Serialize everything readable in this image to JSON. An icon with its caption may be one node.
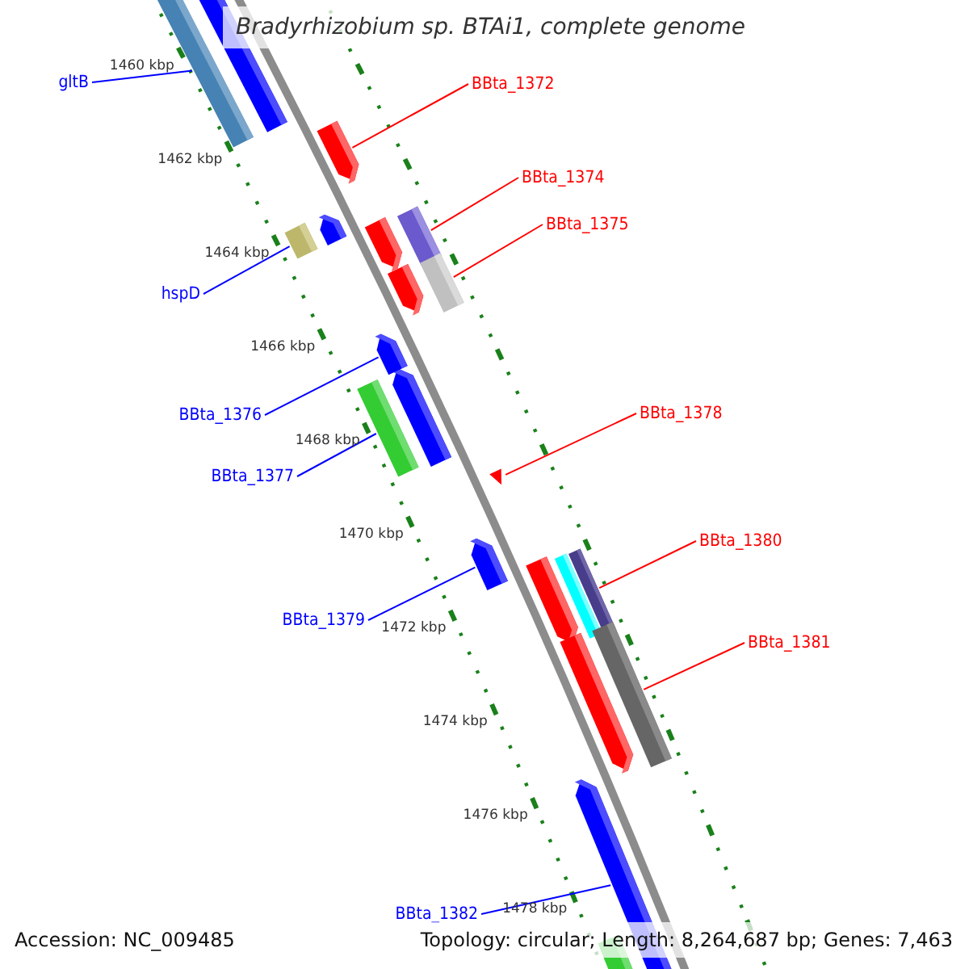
{
  "diagram": {
    "title": "Bradyrhizobium sp. BTAi1, complete genome",
    "nodes": [
      {
        "text": [
          "gltB"
        ]
      },
      {
        "text": [],
        "shape": "box"
      },
      {
        "text": [
          "BBta_1372"
        ]
      },
      {
        "text": [],
        "shape": "arrow"
      },
      {
        "text": [
          "BBta_1374"
        ]
      },
      {
        "text": [],
        "shape": "box"
      },
      {
        "text": [
          "BBta_1375"
        ]
      },
      {
        "text": [],
        "shape": "box"
      },
      {
        "text": [
          "hspD"
        ]
      },
      {
        "text": [],
        "shape": "box"
      },
      {
        "text": [
          "BBta_1376"
        ]
      },
      {
        "text": [],
        "shape": "arrow"
      },
      {
        "text": [
          "BBta_1377"
        ]
      },
      {
        "text": [],
        "shape": "box"
      },
      {
        "text": [
          "BBta_1378"
        ]
      },
      {
        "text": [],
        "shape": "triangle"
      },
      {
        "text": [
          "BBta_1380"
        ]
      },
      {
        "text": [],
        "shape": "box"
      },
      {
        "text": [
          "BBta_1379"
        ]
      },
      {
        "text": [],
        "shape": "arrow"
      },
      {
        "text": [
          "BBta_1381"
        ]
      },
      {
        "text": [],
        "shape": "box"
      },
      {
        "text": [
          "BBta_1382"
        ]
      },
      {
        "text": [],
        "shape": "arrow"
      }
    ],
    "edges": [
      {
        "from": 0,
        "to": 1,
        "arrow": "none",
        "color": "#0000ff"
      },
      {
        "from": 2,
        "to": 3,
        "arrow": "none",
        "color": "#ff0000"
      },
      {
        "from": 4,
        "to": 5,
        "arrow": "none",
        "color": "#ff0000"
      },
      {
        "from": 6,
        "to": 7,
        "arrow": "none",
        "color": "#ff0000"
      },
      {
        "from": 8,
        "to": 9,
        "arrow": "none",
        "color": "#0000ff"
      },
      {
        "from": 10,
        "to": 11,
        "arrow": "none",
        "color": "#0000ff"
      },
      {
        "from": 12,
        "to": 13,
        "arrow": "none",
        "color": "#0000ff"
      },
      {
        "from": 14,
        "to": 15,
        "arrow": "none",
        "color": "#ff0000"
      },
      {
        "from": 16,
        "to": 17,
        "arrow": "none",
        "color": "#ff0000"
      },
      {
        "from": 18,
        "to": 19,
        "arrow": "none",
        "color": "#0000ff"
      },
      {
        "from": 20,
        "to": 21,
        "arrow": "none",
        "color": "#ff0000"
      },
      {
        "from": 22,
        "to": 23,
        "arrow": "none",
        "color": "#0000ff"
      }
    ],
    "labels": [
      "1460 kbp",
      "1462 kbp",
      "1464 kbp",
      "1466 kbp",
      "1468 kbp",
      "1470 kbp",
      "1472 kbp",
      "1474 kbp",
      "1476 kbp",
      "1478 kbp",
      "Accession: NC_009485",
      "Topology: circular; Length: 8,264,687 bp; Genes: 7,463"
    ]
  }
}
